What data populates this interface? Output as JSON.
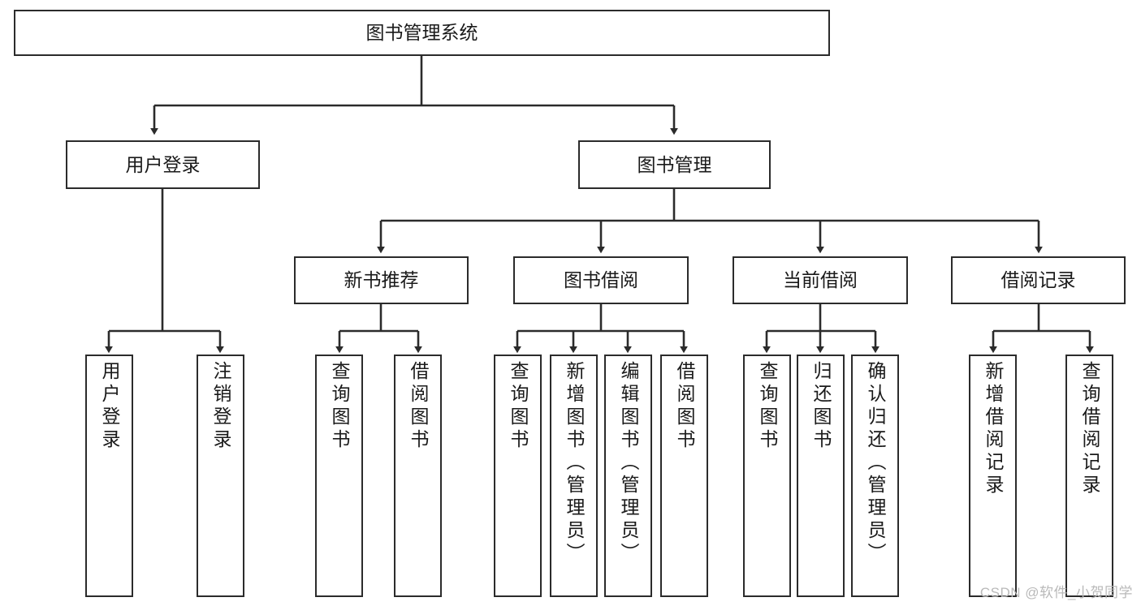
{
  "diagram": {
    "type": "hierarchy-tree",
    "title": "图书管理系统",
    "watermark": "CSDN @软件_小贺同学",
    "colors": {
      "box_border": "#2b2b2b",
      "box_fill": "#ffffff",
      "edge": "#2b2b2b",
      "text": "#1a1a1a",
      "watermark": "#b9b9b9"
    },
    "levels": {
      "root": {
        "label": "图书管理系统"
      },
      "level2": [
        {
          "label": "用户登录"
        },
        {
          "label": "图书管理"
        }
      ],
      "level3": [
        {
          "label": "新书推荐"
        },
        {
          "label": "图书借阅"
        },
        {
          "label": "当前借阅"
        },
        {
          "label": "借阅记录"
        }
      ],
      "leaves": {
        "user_login": [
          {
            "label": "用户登录"
          },
          {
            "label": "注销登录"
          }
        ],
        "new_book_recommend": [
          {
            "label": "查询图书"
          },
          {
            "label": "借阅图书"
          }
        ],
        "book_borrow": [
          {
            "label": "查询图书"
          },
          {
            "label": "新增图书（管理员）"
          },
          {
            "label": "编辑图书（管理员）"
          },
          {
            "label": "借阅图书"
          }
        ],
        "current_borrow": [
          {
            "label": "查询图书"
          },
          {
            "label": "归还图书"
          },
          {
            "label": "确认归还（管理员）"
          }
        ],
        "borrow_record": [
          {
            "label": "新增借阅记录"
          },
          {
            "label": "查询借阅记录"
          }
        ]
      }
    }
  }
}
